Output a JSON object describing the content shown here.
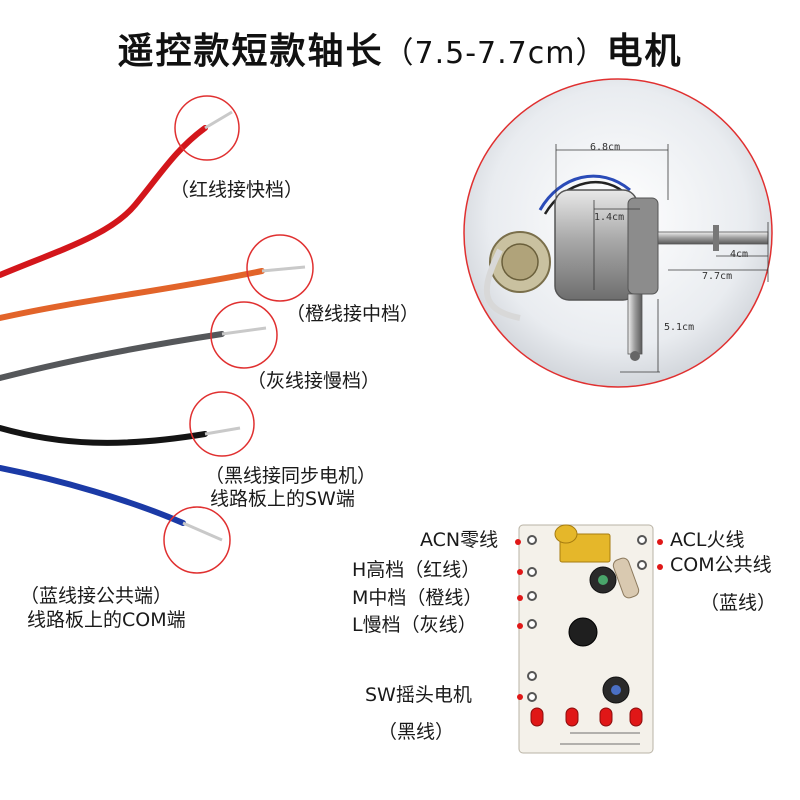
{
  "title": {
    "main": "遥控款短款轴长",
    "paren_open": "（",
    "spec": "7.5-7.7cm",
    "paren_close": "）",
    "suffix": "电机"
  },
  "wires": [
    {
      "id": "red",
      "color": "#d3161b",
      "label": "（红线接快档）"
    },
    {
      "id": "orange",
      "color": "#e2642a",
      "label": "（橙线接中档）"
    },
    {
      "id": "gray",
      "color": "#55575a",
      "label": "（灰线接慢档）"
    },
    {
      "id": "black",
      "color": "#141414",
      "label_line1": "（黑线接同步电机）",
      "label_line2": "线路板上的SW端"
    },
    {
      "id": "blue",
      "color": "#1b3aa6",
      "label_line1": "（蓝线接公共端）",
      "label_line2": "线路板上的COM端"
    }
  ],
  "motor_dimensions": {
    "width_total": "6.8cm",
    "inner": "1.4cm",
    "shaft_tip": "4cm",
    "shaft_length": "7.7cm",
    "lower_shaft": "5.1cm"
  },
  "pcb_labels": {
    "acn": "ACN零线",
    "acl": "ACL火线",
    "h": "H高档（红线）",
    "com": "COM公共线",
    "com_color": "（蓝线）",
    "m": "M中档（橙线）",
    "l": "L慢档（灰线）",
    "sw": "SW摇头电机",
    "sw_color": "（黑线）"
  },
  "colors": {
    "accent_circle": "#e03030",
    "pcb_board": "#f4f1ea",
    "capacitor": "#e5b72a"
  }
}
